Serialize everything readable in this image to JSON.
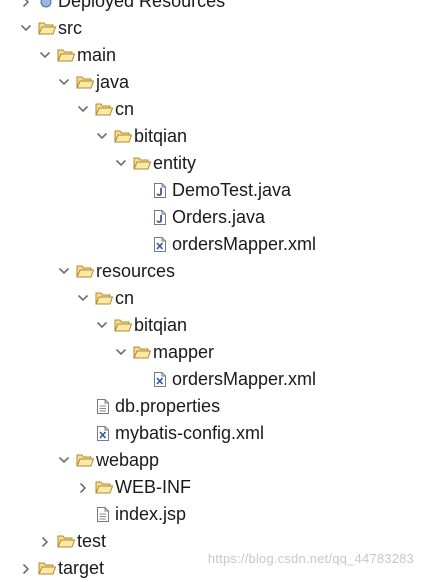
{
  "tree": {
    "items": [
      {
        "label": "Deployed Resources",
        "depth": 0,
        "state": "collapsed",
        "type": "deployed"
      },
      {
        "label": "src",
        "depth": 0,
        "state": "expanded",
        "type": "folder"
      },
      {
        "label": "main",
        "depth": 1,
        "state": "expanded",
        "type": "folder"
      },
      {
        "label": "java",
        "depth": 2,
        "state": "expanded",
        "type": "folder"
      },
      {
        "label": "cn",
        "depth": 3,
        "state": "expanded",
        "type": "folder"
      },
      {
        "label": "bitqian",
        "depth": 4,
        "state": "expanded",
        "type": "folder"
      },
      {
        "label": "entity",
        "depth": 5,
        "state": "expanded",
        "type": "folder"
      },
      {
        "label": "DemoTest.java",
        "depth": 6,
        "state": "none",
        "type": "java"
      },
      {
        "label": "Orders.java",
        "depth": 6,
        "state": "none",
        "type": "java"
      },
      {
        "label": "ordersMapper.xml",
        "depth": 6,
        "state": "none",
        "type": "xml"
      },
      {
        "label": "resources",
        "depth": 2,
        "state": "expanded",
        "type": "folder"
      },
      {
        "label": "cn",
        "depth": 3,
        "state": "expanded",
        "type": "folder"
      },
      {
        "label": "bitqian",
        "depth": 4,
        "state": "expanded",
        "type": "folder"
      },
      {
        "label": "mapper",
        "depth": 5,
        "state": "expanded",
        "type": "folder"
      },
      {
        "label": "ordersMapper.xml",
        "depth": 6,
        "state": "none",
        "type": "xml"
      },
      {
        "label": "db.properties",
        "depth": 3,
        "state": "none",
        "type": "properties"
      },
      {
        "label": "mybatis-config.xml",
        "depth": 3,
        "state": "none",
        "type": "xml"
      },
      {
        "label": "webapp",
        "depth": 2,
        "state": "expanded",
        "type": "folder"
      },
      {
        "label": "WEB-INF",
        "depth": 3,
        "state": "collapsed",
        "type": "folder"
      },
      {
        "label": "index.jsp",
        "depth": 3,
        "state": "none",
        "type": "properties"
      },
      {
        "label": "test",
        "depth": 1,
        "state": "collapsed",
        "type": "folder"
      },
      {
        "label": "target",
        "depth": 0,
        "state": "collapsed",
        "type": "folder"
      }
    ]
  },
  "watermark": "https://blog.csdn.net/qq_44783283",
  "colors": {
    "folder_fill": "#f6dc8c",
    "folder_stroke": "#b08a2e",
    "java_accent": "#3d5a99",
    "xml_accent": "#2d56a8",
    "chevron": "#707070"
  }
}
